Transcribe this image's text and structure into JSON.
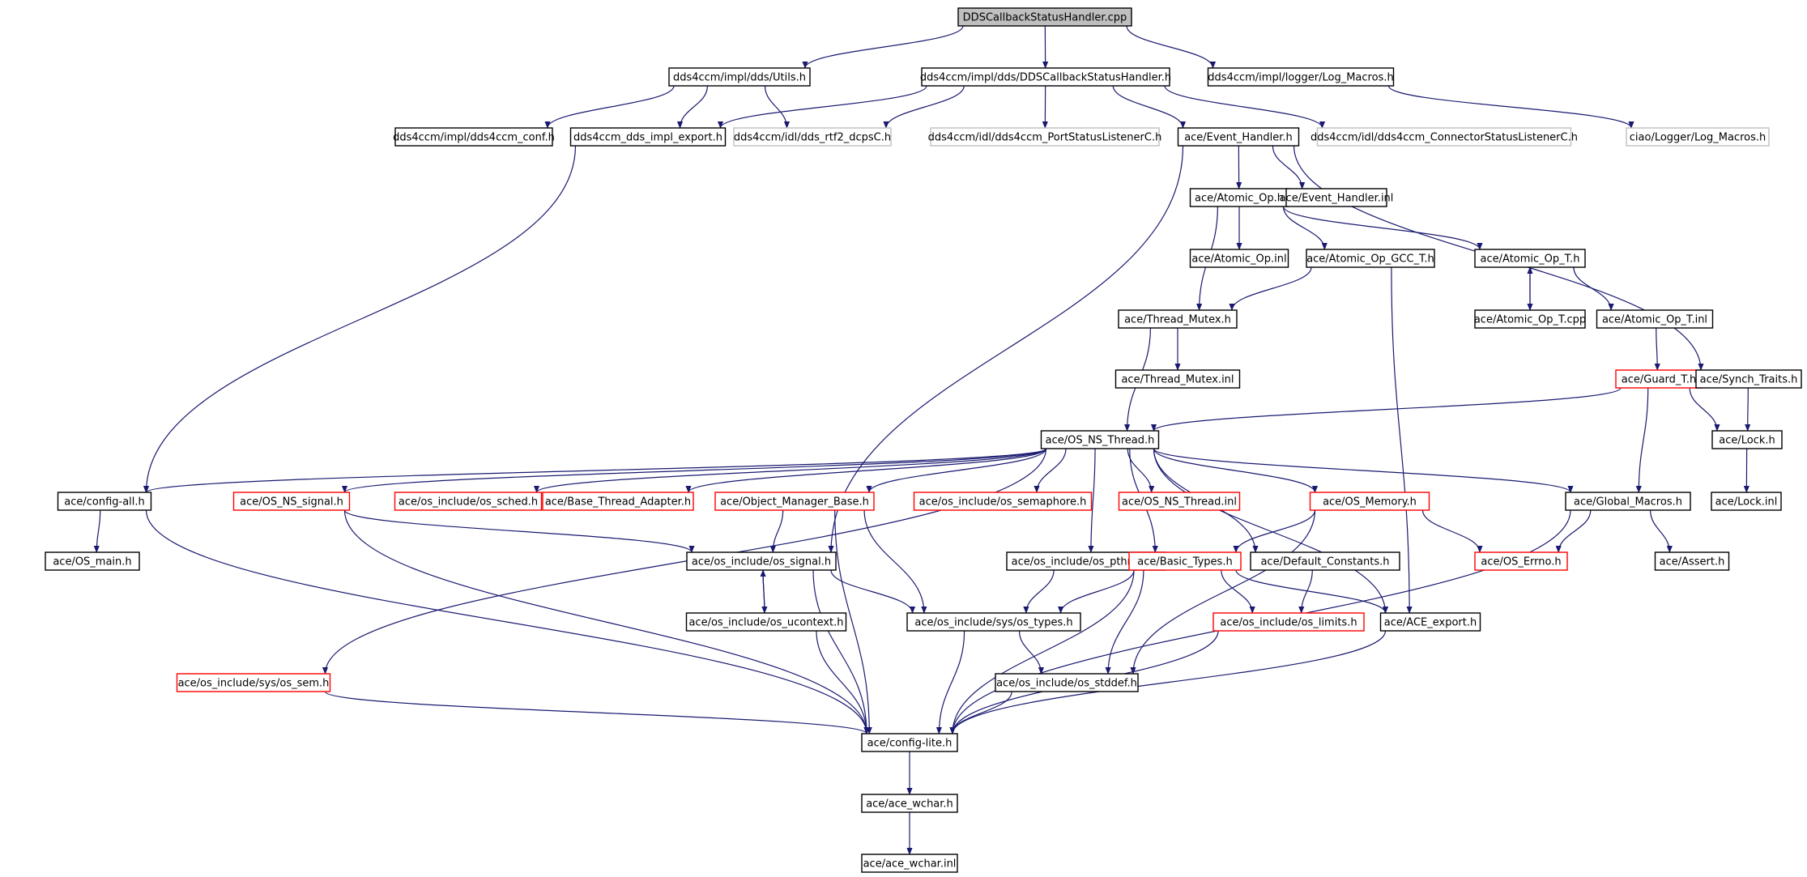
{
  "graph": {
    "legend_colors": {
      "edge": "#191970",
      "root_fill": "#bfbfbf",
      "normal_border": "#000000",
      "truncated_border": "#ff0000",
      "external_border": "#bfbfbf"
    },
    "nodes": [
      {
        "id": "root",
        "label": "DDSCallbackStatusHandler.cpp",
        "kind": "root"
      },
      {
        "id": "utils",
        "label": "dds4ccm/impl/dds/Utils.h",
        "kind": "normal"
      },
      {
        "id": "cbsh",
        "label": "dds4ccm/impl/dds/DDSCallbackStatusHandler.h",
        "kind": "normal"
      },
      {
        "id": "logmacros",
        "label": "dds4ccm/impl/logger/Log_Macros.h",
        "kind": "normal"
      },
      {
        "id": "conf",
        "label": "dds4ccm/impl/dds4ccm_conf.h",
        "kind": "normal"
      },
      {
        "id": "implexport",
        "label": "dds4ccm_dds_impl_export.h",
        "kind": "normal"
      },
      {
        "id": "rtf2",
        "label": "dds4ccm/idl/dds_rtf2_dcpsC.h",
        "kind": "external"
      },
      {
        "id": "portstatus",
        "label": "dds4ccm/idl/dds4ccm_PortStatusListenerC.h",
        "kind": "external"
      },
      {
        "id": "eventhandler",
        "label": "ace/Event_Handler.h",
        "kind": "normal"
      },
      {
        "id": "connstatus",
        "label": "dds4ccm/idl/dds4ccm_ConnectorStatusListenerC.h",
        "kind": "external"
      },
      {
        "id": "ciaolog",
        "label": "ciao/Logger/Log_Macros.h",
        "kind": "external"
      },
      {
        "id": "atomicop",
        "label": "ace/Atomic_Op.h",
        "kind": "normal"
      },
      {
        "id": "ehinl",
        "label": "ace/Event_Handler.inl",
        "kind": "normal"
      },
      {
        "id": "atomicopinl",
        "label": "ace/Atomic_Op.inl",
        "kind": "normal"
      },
      {
        "id": "atomicgcc",
        "label": "ace/Atomic_Op_GCC_T.h",
        "kind": "normal"
      },
      {
        "id": "atomict",
        "label": "ace/Atomic_Op_T.h",
        "kind": "normal"
      },
      {
        "id": "threadmutex",
        "label": "ace/Thread_Mutex.h",
        "kind": "normal"
      },
      {
        "id": "atomictcpp",
        "label": "ace/Atomic_Op_T.cpp",
        "kind": "normal"
      },
      {
        "id": "atomictinl",
        "label": "ace/Atomic_Op_T.inl",
        "kind": "normal"
      },
      {
        "id": "tminl",
        "label": "ace/Thread_Mutex.inl",
        "kind": "normal"
      },
      {
        "id": "guard",
        "label": "ace/Guard_T.h",
        "kind": "truncated"
      },
      {
        "id": "synch",
        "label": "ace/Synch_Traits.h",
        "kind": "normal"
      },
      {
        "id": "osnsthread",
        "label": "ace/OS_NS_Thread.h",
        "kind": "normal"
      },
      {
        "id": "lock",
        "label": "ace/Lock.h",
        "kind": "normal"
      },
      {
        "id": "configall",
        "label": "ace/config-all.h",
        "kind": "normal"
      },
      {
        "id": "osnssignal",
        "label": "ace/OS_NS_signal.h",
        "kind": "truncated"
      },
      {
        "id": "ossched",
        "label": "ace/os_include/os_sched.h",
        "kind": "truncated"
      },
      {
        "id": "bta",
        "label": "ace/Base_Thread_Adapter.h",
        "kind": "truncated"
      },
      {
        "id": "omb",
        "label": "ace/Object_Manager_Base.h",
        "kind": "truncated"
      },
      {
        "id": "ossem",
        "label": "ace/os_include/os_semaphore.h",
        "kind": "truncated"
      },
      {
        "id": "osnsthreadinl",
        "label": "ace/OS_NS_Thread.inl",
        "kind": "truncated"
      },
      {
        "id": "osmemory",
        "label": "ace/OS_Memory.h",
        "kind": "truncated"
      },
      {
        "id": "globalmacros",
        "label": "ace/Global_Macros.h",
        "kind": "normal"
      },
      {
        "id": "lockinl",
        "label": "ace/Lock.inl",
        "kind": "normal"
      },
      {
        "id": "osmain",
        "label": "ace/OS_main.h",
        "kind": "normal"
      },
      {
        "id": "ossignal",
        "label": "ace/os_include/os_signal.h",
        "kind": "normal"
      },
      {
        "id": "ospthread",
        "label": "ace/os_include/os_pthread.h",
        "kind": "normal"
      },
      {
        "id": "basictypes",
        "label": "ace/Basic_Types.h",
        "kind": "truncated"
      },
      {
        "id": "defconst",
        "label": "ace/Default_Constants.h",
        "kind": "normal"
      },
      {
        "id": "oserrno",
        "label": "ace/OS_Errno.h",
        "kind": "truncated"
      },
      {
        "id": "assert",
        "label": "ace/Assert.h",
        "kind": "normal"
      },
      {
        "id": "osucontext",
        "label": "ace/os_include/os_ucontext.h",
        "kind": "normal"
      },
      {
        "id": "systypes",
        "label": "ace/os_include/sys/os_types.h",
        "kind": "normal"
      },
      {
        "id": "oslimits",
        "label": "ace/os_include/os_limits.h",
        "kind": "truncated"
      },
      {
        "id": "aceexport",
        "label": "ace/ACE_export.h",
        "kind": "normal"
      },
      {
        "id": "syssem",
        "label": "ace/os_include/sys/os_sem.h",
        "kind": "truncated"
      },
      {
        "id": "osstddef",
        "label": "ace/os_include/os_stddef.h",
        "kind": "normal"
      },
      {
        "id": "configlite",
        "label": "ace/config-lite.h",
        "kind": "normal"
      },
      {
        "id": "wchar",
        "label": "ace/ace_wchar.h",
        "kind": "normal"
      },
      {
        "id": "wcharinl",
        "label": "ace/ace_wchar.inl",
        "kind": "normal"
      }
    ],
    "edges": [
      [
        "root",
        "utils"
      ],
      [
        "root",
        "cbsh"
      ],
      [
        "root",
        "logmacros"
      ],
      [
        "utils",
        "conf"
      ],
      [
        "utils",
        "implexport"
      ],
      [
        "utils",
        "rtf2"
      ],
      [
        "cbsh",
        "implexport"
      ],
      [
        "cbsh",
        "rtf2"
      ],
      [
        "cbsh",
        "portstatus"
      ],
      [
        "cbsh",
        "eventhandler"
      ],
      [
        "cbsh",
        "connstatus"
      ],
      [
        "logmacros",
        "ciaolog"
      ],
      [
        "implexport",
        "configall"
      ],
      [
        "eventhandler",
        "ossignal"
      ],
      [
        "eventhandler",
        "atomicop"
      ],
      [
        "eventhandler",
        "ehinl"
      ],
      [
        "eventhandler",
        "synch"
      ],
      [
        "atomicop",
        "threadmutex"
      ],
      [
        "atomicop",
        "atomicopinl"
      ],
      [
        "atomicop",
        "atomicgcc"
      ],
      [
        "atomicop",
        "atomict"
      ],
      [
        "atomicgcc",
        "threadmutex"
      ],
      [
        "atomicgcc",
        "aceexport"
      ],
      [
        "atomict",
        "atomictcpp"
      ],
      [
        "atomictcpp",
        "atomict"
      ],
      [
        "atomict",
        "atomictinl"
      ],
      [
        "threadmutex",
        "tminl"
      ],
      [
        "threadmutex",
        "osnsthread"
      ],
      [
        "atomictinl",
        "guard"
      ],
      [
        "guard",
        "osnsthread"
      ],
      [
        "guard",
        "lock"
      ],
      [
        "guard",
        "globalmacros"
      ],
      [
        "synch",
        "lock"
      ],
      [
        "lock",
        "lockinl"
      ],
      [
        "osnsthread",
        "configall"
      ],
      [
        "osnsthread",
        "osnssignal"
      ],
      [
        "osnsthread",
        "ossched"
      ],
      [
        "osnsthread",
        "bta"
      ],
      [
        "osnsthread",
        "omb"
      ],
      [
        "osnsthread",
        "ossem"
      ],
      [
        "osnsthread",
        "osnsthreadinl"
      ],
      [
        "osnsthread",
        "osmemory"
      ],
      [
        "osnsthread",
        "globalmacros"
      ],
      [
        "osnsthread",
        "syssem"
      ],
      [
        "osnsthread",
        "ospthread"
      ],
      [
        "osnsthread",
        "basictypes"
      ],
      [
        "osnsthread",
        "defconst"
      ],
      [
        "osnsthread",
        "aceexport"
      ],
      [
        "configall",
        "osmain"
      ],
      [
        "configall",
        "configlite"
      ],
      [
        "osnssignal",
        "ossignal"
      ],
      [
        "osnssignal",
        "configlite"
      ],
      [
        "omb",
        "ossignal"
      ],
      [
        "omb",
        "systypes"
      ],
      [
        "omb",
        "configlite"
      ],
      [
        "osmemory",
        "basictypes"
      ],
      [
        "osmemory",
        "oserrno"
      ],
      [
        "osmemory",
        "osstddef"
      ],
      [
        "globalmacros",
        "oserrno"
      ],
      [
        "globalmacros",
        "assert"
      ],
      [
        "globalmacros",
        "configlite"
      ],
      [
        "ossignal",
        "osucontext"
      ],
      [
        "osucontext",
        "ossignal"
      ],
      [
        "ossignal",
        "systypes"
      ],
      [
        "ossignal",
        "configlite"
      ],
      [
        "ospthread",
        "systypes"
      ],
      [
        "basictypes",
        "systypes"
      ],
      [
        "basictypes",
        "oslimits"
      ],
      [
        "basictypes",
        "aceexport"
      ],
      [
        "basictypes",
        "osstddef"
      ],
      [
        "basictypes",
        "configlite"
      ],
      [
        "defconst",
        "oslimits"
      ],
      [
        "osucontext",
        "configlite"
      ],
      [
        "systypes",
        "osstddef"
      ],
      [
        "systypes",
        "configlite"
      ],
      [
        "oslimits",
        "configlite"
      ],
      [
        "aceexport",
        "configlite"
      ],
      [
        "syssem",
        "configlite"
      ],
      [
        "osstddef",
        "configlite"
      ],
      [
        "configlite",
        "wchar"
      ],
      [
        "wchar",
        "wcharinl"
      ]
    ]
  }
}
